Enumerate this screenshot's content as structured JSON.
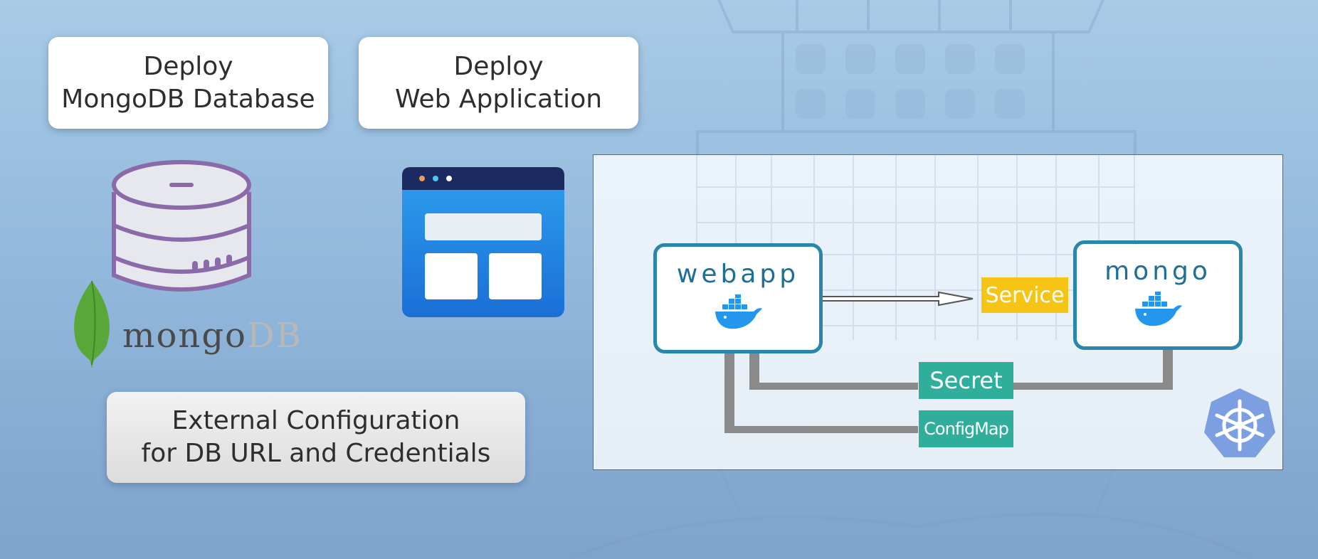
{
  "cards": {
    "mongodb": [
      "Deploy",
      "MongoDB Database"
    ],
    "webapp": [
      "Deploy",
      "Web Application"
    ],
    "config": [
      "External Configuration",
      "for DB URL and Credentials"
    ]
  },
  "logo": {
    "mongo_text": "mongo",
    "db_text": "DB"
  },
  "diagram": {
    "webapp_label": "webapp",
    "mongo_label": "mongo",
    "service_label": "Service",
    "secret_label": "Secret",
    "configmap_label": "ConfigMap"
  },
  "colors": {
    "node_border": "#2a86aa",
    "service_bg": "#f5c414",
    "secret_bg": "#2fae9c",
    "arrow_grey": "#8a8a8a",
    "db_purple": "#8a6aa8",
    "k8s_blue": "#7b9fe0"
  },
  "icons": [
    "database-icon",
    "mongodb-leaf-icon",
    "browser-window-icon",
    "docker-icon",
    "kubernetes-icon"
  ]
}
